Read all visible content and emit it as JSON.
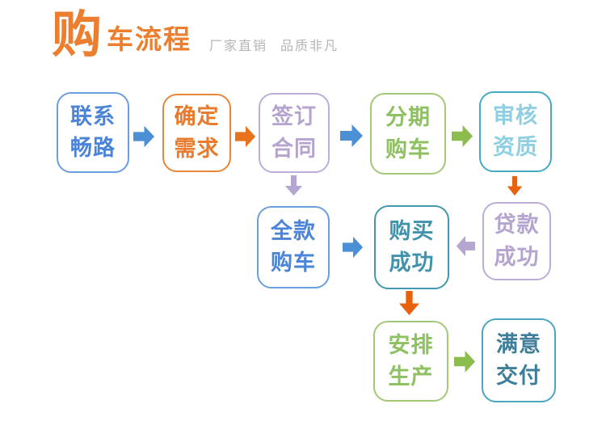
{
  "header": {
    "logo_char": "购",
    "title_rest": "车流程",
    "tagline_a": "厂家直销",
    "tagline_b": "品质非凡",
    "title_color": "#ec7f2f",
    "tagline_color": "#b5b5b5"
  },
  "flow": {
    "nodes": [
      {
        "id": "contact-changlu",
        "line1": "联系",
        "line2": "畅路",
        "border_color": "#6a9edd",
        "text_color": "#4c84d8"
      },
      {
        "id": "confirm-needs",
        "line1": "确定",
        "line2": "需求",
        "border_color": "#e8873a",
        "text_color": "#e87b2e"
      },
      {
        "id": "sign-contract",
        "line1": "签订",
        "line2": "合同",
        "border_color": "#bcaed8",
        "text_color": "#b4a4cf"
      },
      {
        "id": "installment-purchase",
        "line1": "分期",
        "line2": "购车",
        "border_color": "#a3c878",
        "text_color": "#8fc163"
      },
      {
        "id": "review-qualification",
        "line1": "审核",
        "line2": "资质",
        "border_color": "#46aac2",
        "text_color": "#8ecfe2"
      },
      {
        "id": "full-payment-purchase",
        "line1": "全款",
        "line2": "购车",
        "border_color": "#6a9edd",
        "text_color": "#4c84d8"
      },
      {
        "id": "purchase-success",
        "line1": "购买",
        "line2": "成功",
        "border_color": "#4497ad",
        "text_color": "#4193ab"
      },
      {
        "id": "loan-success",
        "line1": "贷款",
        "line2": "成功",
        "border_color": "#bcaed8",
        "text_color": "#b4a4cf"
      },
      {
        "id": "arrange-production",
        "line1": "安排",
        "line2": "生产",
        "border_color": "#a3c878",
        "text_color": "#8fc163"
      },
      {
        "id": "satisfied-delivery",
        "line1": "满意",
        "line2": "交付",
        "border_color": "#4ba6bf",
        "text_color": "#3e7e99"
      }
    ],
    "arrows": [
      {
        "id": "contact-to-confirm",
        "direction": "right",
        "color": "#4b8fd5"
      },
      {
        "id": "confirm-to-sign",
        "direction": "right",
        "color": "#e8731c"
      },
      {
        "id": "sign-to-installment",
        "direction": "right",
        "color": "#4b8fd5"
      },
      {
        "id": "installment-to-review",
        "direction": "right",
        "color": "#8cbc4e"
      },
      {
        "id": "review-to-loan",
        "direction": "down",
        "color": "#e8620d"
      },
      {
        "id": "sign-to-fullpayment",
        "direction": "down",
        "color": "#b5a6d1"
      },
      {
        "id": "fullpayment-to-purchase",
        "direction": "right",
        "color": "#4b8fd5"
      },
      {
        "id": "loan-to-purchase",
        "direction": "left",
        "color": "#b5a6d1"
      },
      {
        "id": "purchase-to-production",
        "direction": "down",
        "color": "#e8620d"
      },
      {
        "id": "production-to-delivery",
        "direction": "right",
        "color": "#8cbc4e"
      }
    ]
  }
}
